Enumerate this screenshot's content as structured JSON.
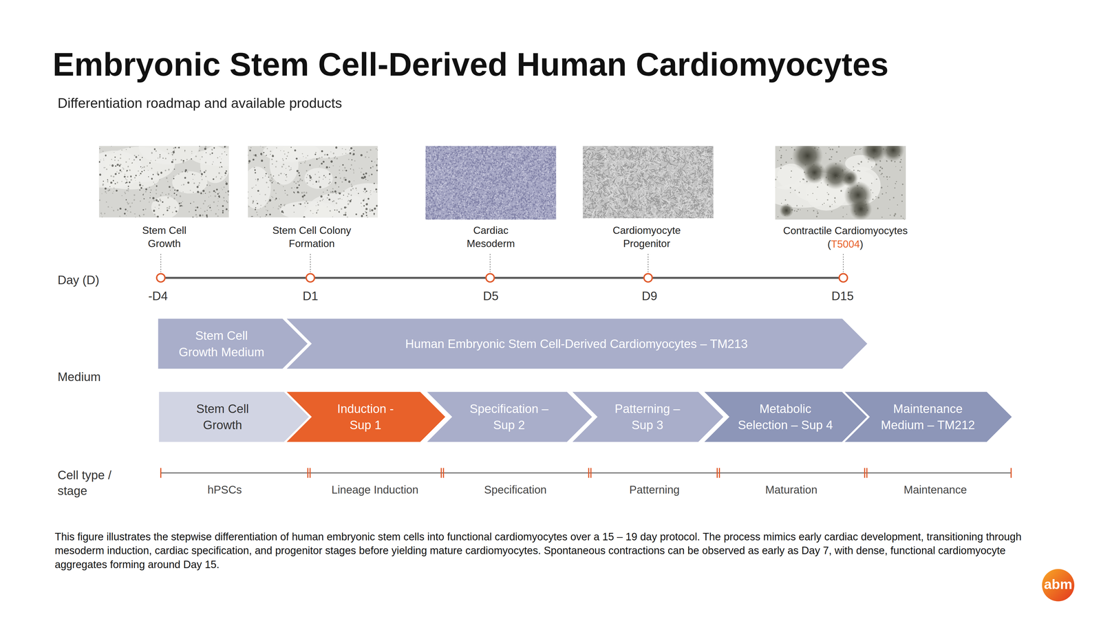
{
  "diagram": {
    "title": "Embryonic Stem Cell-Derived Human Cardiomyocytes",
    "caption": "This figure illustrates the stepwise differentiation of human embryonic stem cells into functional cardiomyocytes over a 15 – 19 day protocol. The process mimics early cardiac development, transitioning through mesoderm induction, cardiac specification, and progenitor stages before yielding mature cardiomyocytes. Spontaneous contractions can be observed as early as Day 7, with dense, functional cardiomyocyte aggregates forming around Day 15.",
    "nodes": [
      {
        "text": [
          "Stem Cell Growth Medium"
        ]
      },
      {
        "text": [
          "Human Embryonic Stem Cell-Derived Cardiomyocytes – TM213"
        ]
      },
      {
        "text": [
          "Stem Cell Growth"
        ]
      },
      {
        "text": [
          "Induction - Sup 1"
        ]
      },
      {
        "text": [
          "Specification – Sup 2"
        ]
      },
      {
        "text": [
          "Patterning – Sup 3"
        ]
      },
      {
        "text": [
          "Metabolic Selection – Sup 4"
        ]
      },
      {
        "text": [
          "Maintenance Medium – TM212"
        ]
      }
    ],
    "labels": [
      "Differentiation roadmap and available products",
      "Stem Cell Growth",
      "Stem Cell Colony Formation",
      "Cardiac Mesoderm",
      "Cardiomyocyte Progenitor",
      "Contractile Cardiomyocytes",
      "(",
      "T5004",
      ")",
      "Day (D)",
      "-D4",
      "D1",
      "D5",
      "D9",
      "D15",
      "Medium",
      "Cell type / stage",
      "hPSCs",
      "Lineage Induction",
      "Specification",
      "Patterning",
      "Maturation",
      "Maintenance",
      "abm"
    ]
  }
}
